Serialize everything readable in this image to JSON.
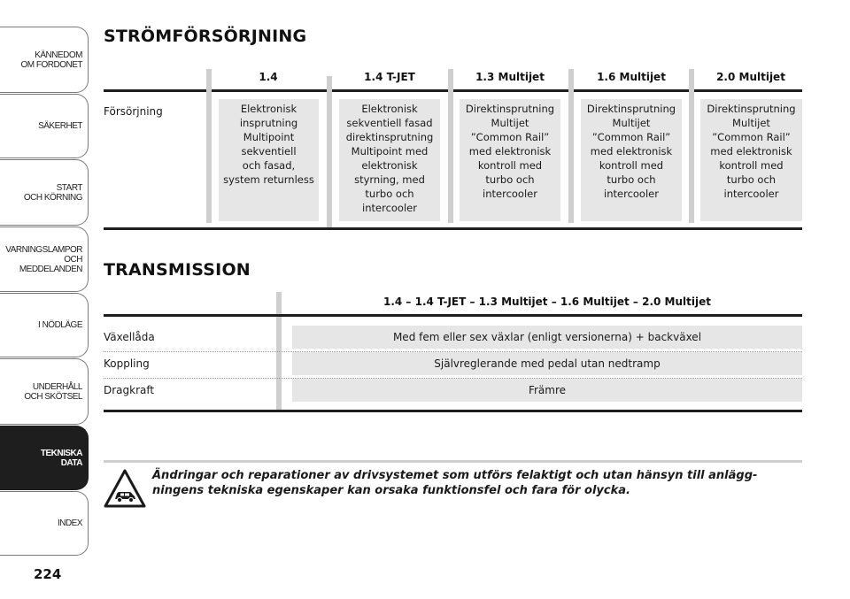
{
  "sidebar": {
    "tabs": [
      {
        "label": "KÄNNEDOM\nOM FORDONET"
      },
      {
        "label": "SÄKERHET"
      },
      {
        "label": "START\nOCH KÖRNING"
      },
      {
        "label": "VARNINGSLAMPOR\nOCH\nMEDDELANDEN"
      },
      {
        "label": "I NÖDLÄGE"
      },
      {
        "label": "UNDERHÅLL\nOCH SKÖTSEL"
      },
      {
        "label": "TEKNISKA\nDATA"
      },
      {
        "label": "INDEX"
      }
    ],
    "active_tab": "TEKNISKA DATA",
    "page_number": "224"
  },
  "power_supply": {
    "title": "STRÖMFÖRSÖRJNING",
    "columns": [
      "1.4",
      "1.4 T-JET",
      "1.3 Multijet",
      "1.6 Multijet",
      "2.0 Multijet"
    ],
    "row_label": "Försörjning",
    "cells": [
      "Elektronisk\ninsprutning\nMultipoint\nsekventiell\noch fasad,\nsystem returnless",
      "Elektronisk\nsekventiell fasad\ndirektinsprutning\nMultipoint med\nelektronisk\nstyrning, med\nturbo och\nintercooler",
      "Direktinsprutning\nMultijet\n”Common Rail”\nmed elektronisk\nkontroll med\nturbo och\nintercooler",
      "Direktinsprutning\nMultijet\n”Common Rail”\nmed elektronisk\nkontroll med\nturbo och\nintercooler",
      "Direktinsprutning\nMultijet\n”Common Rail”\nmed elektronisk\nkontroll med\nturbo och\nintercooler"
    ]
  },
  "transmission": {
    "title": "TRANSMISSION",
    "header": "1.4 – 1.4 T-JET – 1.3 Multijet – 1.6 Multijet – 2.0 Multijet",
    "rows": [
      {
        "label": "Växellåda",
        "value": "Med fem eller sex växlar (enligt versionerna) + backväxel"
      },
      {
        "label": "Koppling",
        "value": "Självreglerande med pedal utan nedtramp"
      },
      {
        "label": "Dragkraft",
        "value": "Främre"
      }
    ]
  },
  "warning": {
    "icon": "warning-triangle-car-icon",
    "text": "Ändringar och reparationer av drivsystemet som utförs felaktigt och utan hänsyn till anlägg-\nningens tekniska egenskaper kan orsaka funktionsfel och fara för olycka."
  }
}
